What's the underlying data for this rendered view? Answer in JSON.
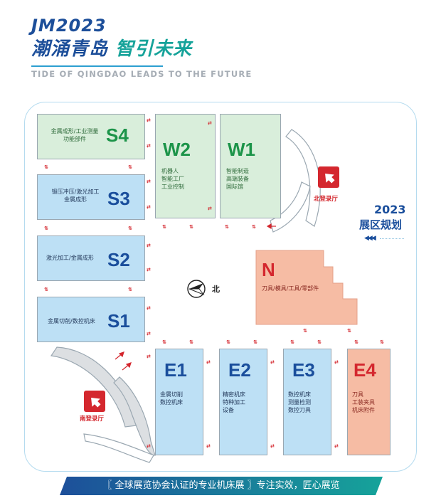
{
  "header": {
    "brand": "JM2023",
    "slogan_main": "潮涌青岛",
    "slogan_sub": "智引未来",
    "slogan_english": "TIDE OF QINGDAO LEADS TO THE FUTURE"
  },
  "plan_label": {
    "year": "2023",
    "title": "展区规划"
  },
  "halls": {
    "s4": {
      "code": "S4",
      "lines": [
        "金属成形/工业测量",
        "功能部件"
      ]
    },
    "s3": {
      "code": "S3",
      "lines": [
        "锻压冲压/激光加工",
        "金属成形"
      ]
    },
    "s2": {
      "code": "S2",
      "lines": [
        "激光加工/金属成形"
      ]
    },
    "s1": {
      "code": "S1",
      "lines": [
        "金属切削/数控机床"
      ]
    },
    "w2": {
      "code": "W2",
      "lines": [
        "机器人",
        "智能工厂",
        "工业控制"
      ]
    },
    "w1": {
      "code": "W1",
      "lines": [
        "智能制造",
        "高端装备",
        "国际馆"
      ]
    },
    "n": {
      "code": "N",
      "lines": [
        "刀具/模具/工具/零部件"
      ]
    },
    "e1": {
      "code": "E1",
      "lines": [
        "金属切削",
        "数控机床"
      ]
    },
    "e2": {
      "code": "E2",
      "lines": [
        "精密机床",
        "特种加工",
        "设备"
      ]
    },
    "e3": {
      "code": "E3",
      "lines": [
        "数控机床",
        "测量检测",
        "数控刀具"
      ]
    },
    "e4": {
      "code": "E4",
      "lines": [
        "刀具",
        "工装夹具",
        "机床附件"
      ]
    }
  },
  "lobbies": {
    "north": "北登录厅",
    "south": "南登录厅"
  },
  "compass": {
    "label": "北"
  },
  "banner": {
    "text": "〖 全球展览协会认证的专业机床展 〗专注实效，匠心展览"
  },
  "colors": {
    "brand_blue": "#1d4f9a",
    "teal": "#16a39a",
    "hall_blue": "#bde0f5",
    "hall_green": "#d9eedb",
    "hall_orange": "#f6bca4",
    "lobby_red": "#d4272e"
  },
  "icons": {
    "lobby": "lobby-entrance-arrow-icon",
    "compass": "north-compass-icon",
    "flow": "flow-arrow-icon"
  }
}
